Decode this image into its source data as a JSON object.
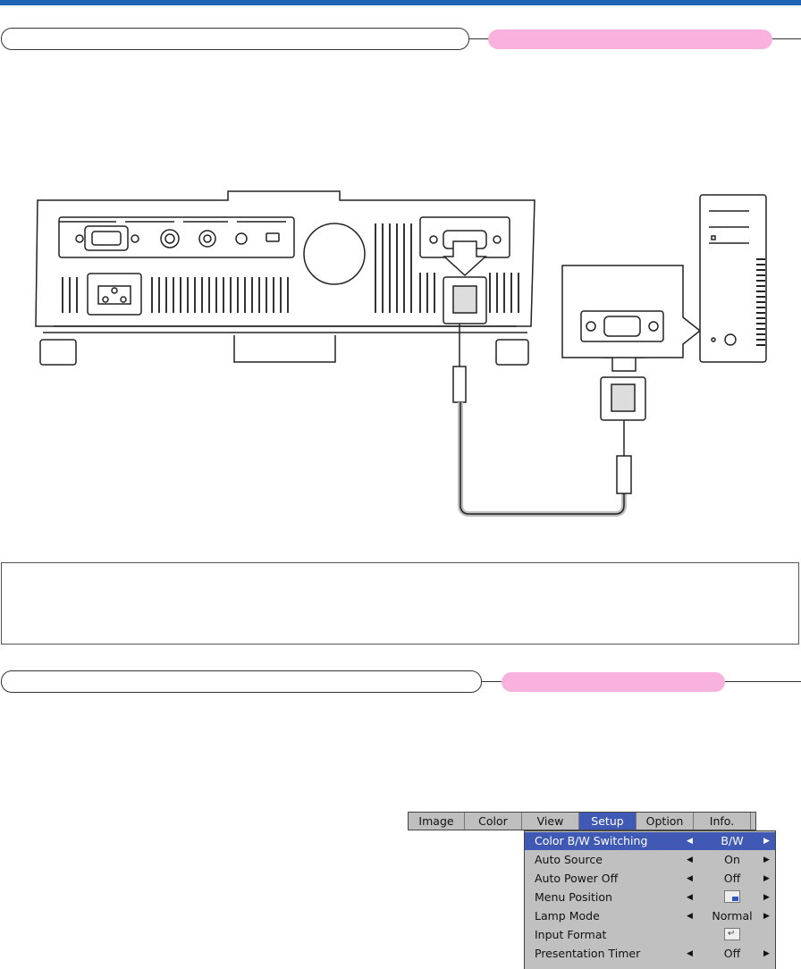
{
  "menu": {
    "tabs": [
      {
        "label": "Image"
      },
      {
        "label": "Color"
      },
      {
        "label": "View"
      },
      {
        "label": "Setup"
      },
      {
        "label": "Option"
      },
      {
        "label": "Info."
      }
    ],
    "active_tab": "Setup",
    "items": [
      {
        "label": "Color B/W Switching",
        "value": "B/W"
      },
      {
        "label": "Auto Source",
        "value": "On"
      },
      {
        "label": "Auto Power Off",
        "value": "Off"
      },
      {
        "label": "Menu Position",
        "value": ""
      },
      {
        "label": "Lamp Mode",
        "value": "Normal"
      },
      {
        "label": "Input Format",
        "value": ""
      },
      {
        "label": "Presentation Timer",
        "value": "Off"
      }
    ],
    "value_icons": {
      "menu_position": "menu-position-icon",
      "input_format": "enter-icon"
    },
    "colors": {
      "highlight": "#3f59b5",
      "menu_bg": "#c0c0c0"
    }
  },
  "colors": {
    "header_bar": "#1f63b5",
    "section_tag": "#f8b2dd"
  }
}
